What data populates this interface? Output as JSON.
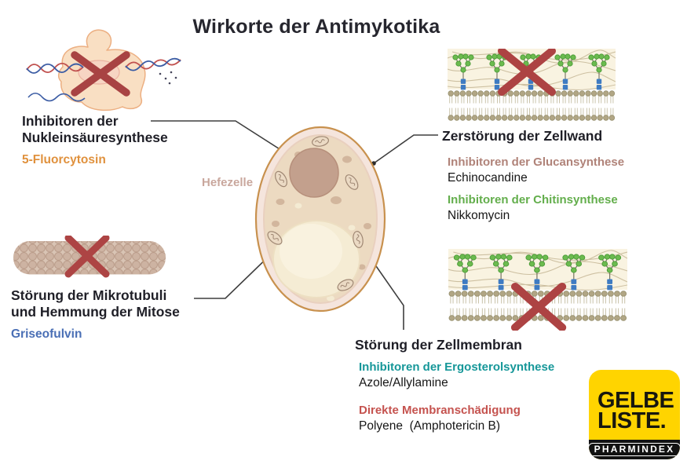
{
  "title": "Wirkorte der Antimykotika",
  "cell": {
    "label": "Hefezelle",
    "label_color": "#C9A79D"
  },
  "sections": {
    "nucleic_acid": {
      "heading_line1": "Inhibitoren der",
      "heading_line2": "Nukleinsäuresynthese",
      "drug": "5-Fluorcytosin",
      "drug_color": "#E0913D"
    },
    "microtubule": {
      "heading_line1": "Störung der Mikrotubuli",
      "heading_line2": "und Hemmung der Mitose",
      "drug": "Griseofulvin",
      "drug_color": "#4A6FB5"
    },
    "cell_wall": {
      "heading": "Zerstörung der Zellwand",
      "items": [
        {
          "mechanism": "Inhibitoren der Glucansynthese",
          "mechanism_color": "#B08379",
          "drug": "Echinocandine"
        },
        {
          "mechanism": "Inhibitoren der Chitinsynthese",
          "mechanism_color": "#63AE4C",
          "drug": "Nikkomycin"
        }
      ]
    },
    "cell_membrane": {
      "heading": "Störung der Zellmembran",
      "items": [
        {
          "mechanism": "Inhibitoren der Ergosterolsynthese",
          "mechanism_color": "#169799",
          "drug": "Azole/Allylamine"
        },
        {
          "mechanism": "Direkte Membranschädigung",
          "mechanism_color": "#C5534F",
          "drug": "Polyene  (Amphotericin B)"
        }
      ]
    }
  },
  "logo": {
    "line1": "GELBE",
    "line2": "LISTE.",
    "subtitle": "PHARMINDEX",
    "background": "#FFD400"
  },
  "colors": {
    "connector": "#3E3E3E",
    "cross": "#A84343"
  }
}
